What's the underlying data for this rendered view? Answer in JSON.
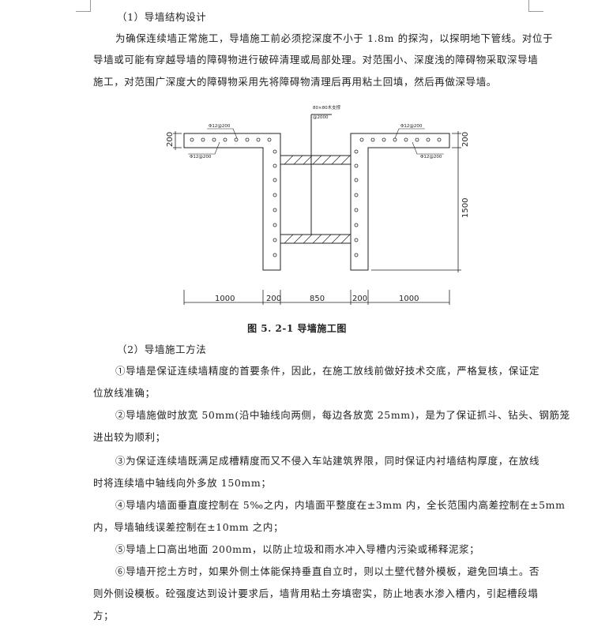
{
  "section1": {
    "heading": "（1）导墙结构设计",
    "para_lines": [
      "为确保连续墙正常施工，导墙施工前必须挖深度不小于 1.8m 的探沟，以探明地下管线。对位于",
      "导墙或可能有穿越导墙的障碍物进行破碎清理或局部处理。对范围小、深度浅的障碍物采取深导墙",
      "施工，对范围广深度大的障碍物采用先将障碍物清理后再用粘土回填，然后再做深导墙。"
    ]
  },
  "figure": {
    "labels": {
      "brace": "80×80木支撑",
      "brace_spacing": "@2000",
      "rebar_top_left": "Φ12@200",
      "rebar_left_wall": "Φ12@200",
      "rebar_top_right": "Φ12@200",
      "rebar_right_wall": "Φ12@200"
    },
    "dims": {
      "left_height": "200",
      "right_height": "200",
      "depth": "1500",
      "bottom": [
        "1000",
        "200",
        "850",
        "200",
        "1000"
      ]
    },
    "caption": "图 5. 2-1 导墙施工图"
  },
  "section2": {
    "heading": "（2）导墙施工方法",
    "items": [
      "①导墙是保证连续墙精度的首要条件，因此，在施工放线前做好技术交底，严格复核，保证定",
      "位放线准确；",
      "②导墙施做时放宽 50mm(沿中轴线向两侧，每边各放宽 25mm)，是为了保证抓斗、钻头、钢筋笼",
      "进出较为顺利；",
      "③为保证连续墙既满足成槽精度而又不侵入车站建筑界限，同时保证内衬墙结构厚度，在放线",
      "时将连续墙中轴线向外多放 150mm；",
      "④导墙内墙面垂直度控制在 5‰之内，内墙面平整度在±3mm 内，全长范围内高差控制在±5mm",
      "内，导墙轴线误差控制在±10mm 之内；",
      "⑤导墙上口高出地面 200mm，以防止垃圾和雨水冲入导槽内污染或稀释泥浆；",
      "⑥导墙开挖土方时，如果外侧土体能保持垂直自立时，则以土壁代替外模板，避免回填土。否",
      "则外侧设模板。砼强度达到设计要求后，墙背用粘土夯填密实，防止地表水渗入槽内，引起槽段塌",
      "方；"
    ]
  }
}
